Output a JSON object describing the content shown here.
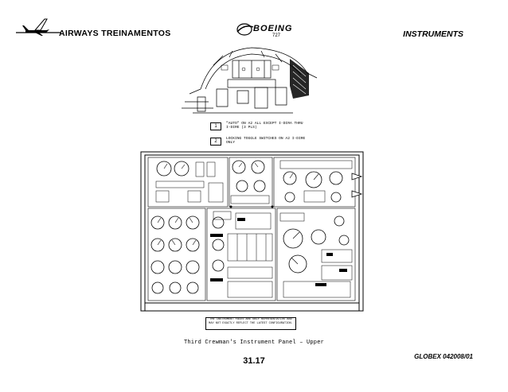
{
  "header": {
    "company": "AIRWAYS TREINAMENTOS",
    "section": "INSTRUMENTS",
    "brand": "BOEING",
    "model": "727"
  },
  "notes": [
    {
      "marker": "1",
      "text": "\"AUTO\" ON A2 ALL EXCEPT I-DIRA THRU I-DIRE (3 PLS)"
    },
    {
      "marker": "2",
      "text": "LOCKING TOGGLE SWITCHES ON A2 I-DIRE ONLY"
    }
  ],
  "disclaimer": {
    "line1": "THE INSTRUMENT FACES ARE ONLY REPRESENTATIVE AND",
    "line2": "MAY NOT EXACTLY REFLECT THE LATEST CONFIGURATION."
  },
  "caption": "Third Crewman's Instrument Panel – Upper",
  "footer": {
    "page": "31.17",
    "doc": "GLOBEX 042008/01"
  },
  "icons": {
    "company_logo": "airplane-icon",
    "brand_logo": "boeing-logo"
  }
}
